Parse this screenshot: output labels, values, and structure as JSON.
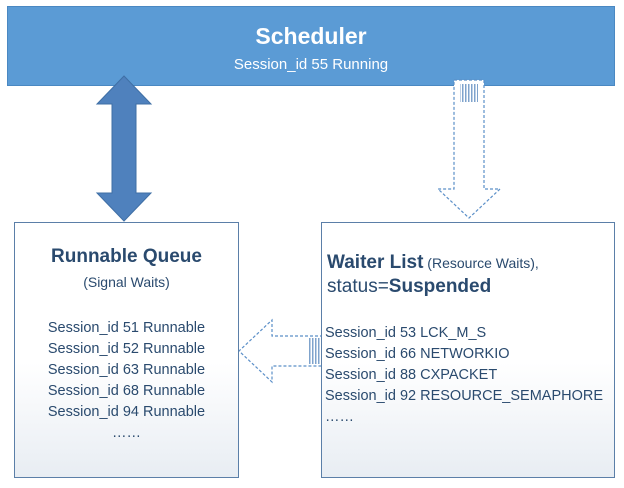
{
  "scheduler": {
    "title": "Scheduler",
    "session": "Session_id 55 Running"
  },
  "runnable_queue": {
    "title": "Runnable Queue",
    "subtitle": "(Signal Waits)",
    "items": [
      "Session_id 51 Runnable",
      "Session_id 52 Runnable",
      "Session_id 63 Runnable",
      "Session_id 68 Runnable",
      "Session_id 94 Runnable"
    ],
    "more": "……"
  },
  "waiter_list": {
    "title": "Waiter List",
    "title_note": " (Resource Waits),",
    "status_prefix": "status=",
    "status_value": "Suspended",
    "items": [
      "Session_id 53 LCK_M_S",
      "Session_id 66 NETWORKIO",
      "Session_id 88 CXPACKET",
      "Session_id 92 RESOURCE_SEMAPHORE"
    ],
    "more": "……"
  },
  "colors": {
    "scheduler_fill": "#5b9bd5",
    "solid_arrow": "#4f81bd",
    "text": "#2a4a6e"
  }
}
